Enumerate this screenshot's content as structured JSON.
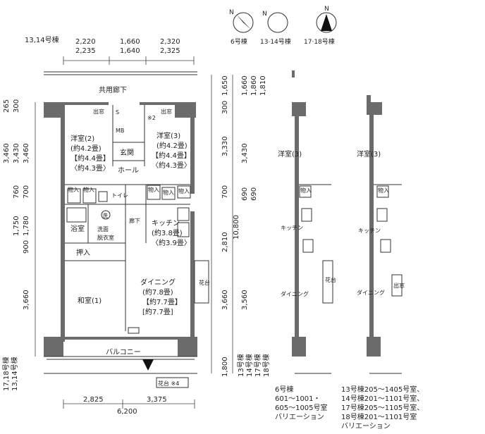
{
  "compass": [
    {
      "label": "6号棟",
      "angle": -55
    },
    {
      "label": "13·14号棟",
      "angle": -40
    },
    {
      "label": "17·18号棟",
      "angle": 0
    }
  ],
  "compass_n": "N",
  "title_building": "13,14号棟",
  "top_dims_row1": [
    "2,220",
    "1,660",
    "2,320"
  ],
  "top_dims_row2": [
    "2,235",
    "1,640",
    "2,325"
  ],
  "bottom_dims": [
    "2,825",
    "3,375"
  ],
  "bottom_total": "6,200",
  "left_dims": [
    {
      "a": "265",
      "b": "300"
    },
    {
      "a": "3,460",
      "b": "3,430",
      "c": "3,460"
    },
    {
      "a": "760",
      "b": "700"
    },
    {
      "a": "1,750",
      "b": "1,780"
    },
    {
      "a": "900"
    },
    {
      "a": "3,660"
    }
  ],
  "left_note_a": "17,18号棟",
  "left_note_b": "13,14号棟",
  "right_dims_top": [
    "1,650",
    "1,660",
    "1,860",
    "1,810"
  ],
  "right_dims": {
    "d300": "300",
    "d3330": "3,330",
    "d3430": "3,430",
    "d700": "700",
    "d690a": "690",
    "d690b": "690",
    "d10800": "10,800",
    "d2810": "2,810",
    "d3660": "3,660",
    "d3560": "3,560",
    "d1800": "1,800"
  },
  "right_vertical_notes": [
    "13号棟",
    "14号棟",
    "17号棟",
    "18号棟"
  ],
  "rooms": {
    "corridor": "共用廊下",
    "western2": [
      "洋室(2)",
      "(約4.2畳)",
      "【約4.4畳】",
      "〈約4.3畳〉"
    ],
    "western3": [
      "洋室(3)",
      "(約4.2畳)",
      "【約4.4畳】",
      "〈約4.3畳〉"
    ],
    "entrance": "玄関",
    "hall": "ホール",
    "toilet": "トイレ",
    "bath": "浴室",
    "washroom": [
      "洗面",
      "脱衣室"
    ],
    "hallway": "廊下",
    "kitchen": [
      "キッチン",
      "(約3.8畳)",
      "〈約3.9畳〉"
    ],
    "closet": "押入",
    "japanese": "和室(1)",
    "dining": [
      "ダイニング",
      "(約7.8畳)",
      "【約7.7畳】",
      "[約7.7畳]"
    ],
    "balcony": "バルコニー",
    "storage": "物入",
    "demado": "出窓",
    "mb": "MB",
    "s": "S",
    "note2": "※2",
    "hanadai": "花台",
    "hanadai4": "花台 ※4",
    "wash_icon": "洗"
  },
  "variant6": {
    "room": "洋室(3)",
    "kitchen": "キッチン",
    "dining": "ダイニング",
    "storage": "物入",
    "hanadai": "花台",
    "caption": [
      "6号棟",
      "601～1001・",
      "605～1005号室",
      "バリエーション"
    ]
  },
  "variant13": {
    "room": "洋室(3)",
    "kitchen": "キッチン",
    "dining": "ダイニング",
    "storage": "物入",
    "demado": "出窓",
    "caption": [
      "13号棟205～1405号室、",
      "14号棟201～1101号室、",
      "17号棟205～1105号室、",
      "18号棟201～1101号室",
      "バリエーション"
    ]
  }
}
